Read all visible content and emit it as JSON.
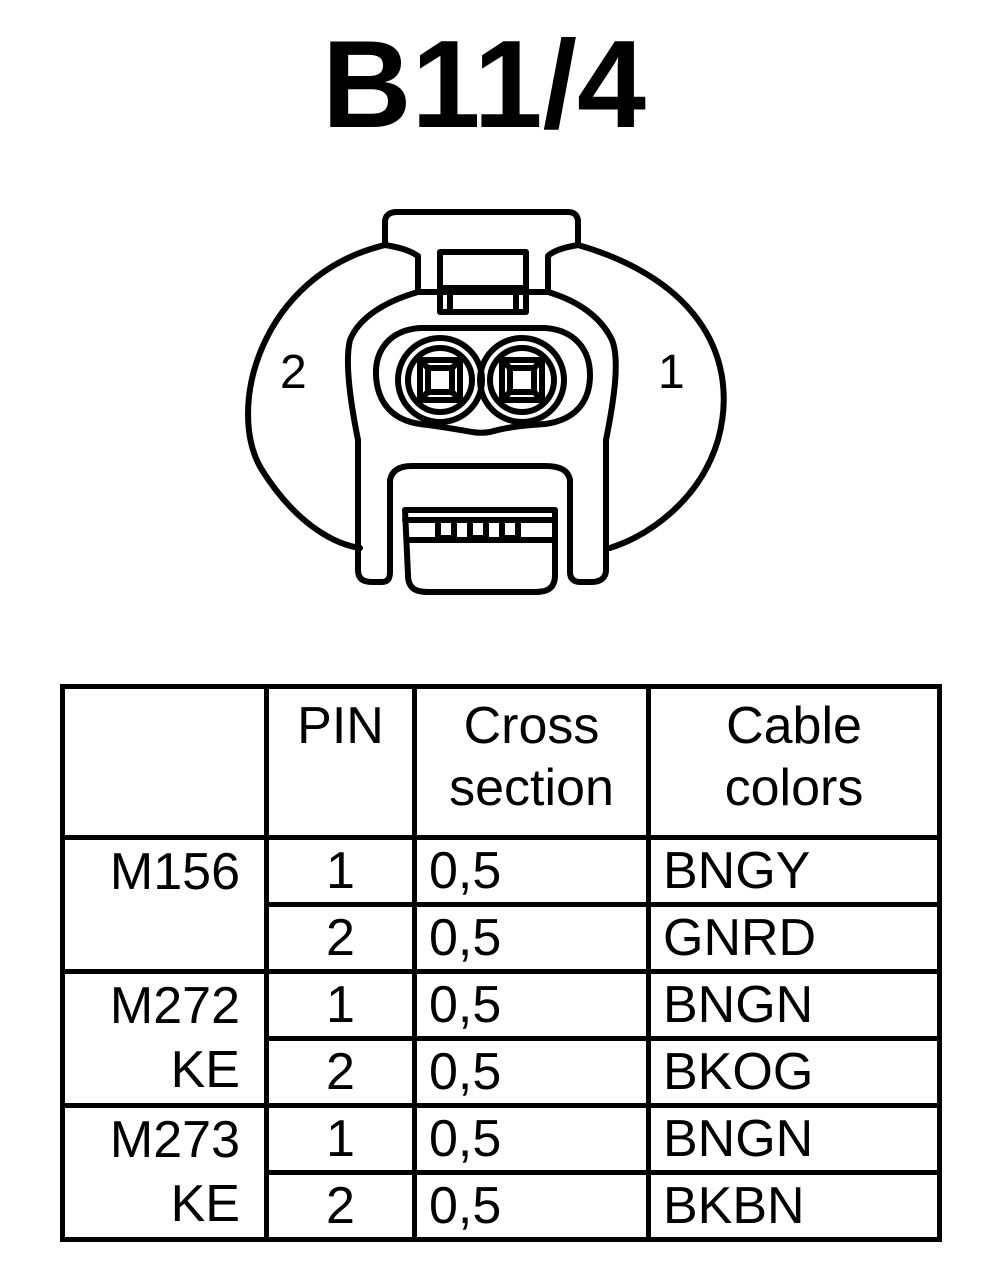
{
  "title": "B11/4",
  "connector": {
    "pin_left_label": "2",
    "pin_right_label": "1"
  },
  "table": {
    "headers": {
      "engine": "",
      "pin": "PIN",
      "cross_line1": "Cross",
      "cross_line2": "section",
      "color_line1": "Cable",
      "color_line2": "colors"
    },
    "groups": [
      {
        "engine_line1": "M156",
        "engine_line2": "",
        "rows": [
          {
            "pin": "1",
            "cross": "0,5",
            "color": "BNGY"
          },
          {
            "pin": "2",
            "cross": "0,5",
            "color": "GNRD"
          }
        ]
      },
      {
        "engine_line1": "M272",
        "engine_line2": "KE",
        "rows": [
          {
            "pin": "1",
            "cross": "0,5",
            "color": "BNGN"
          },
          {
            "pin": "2",
            "cross": "0,5",
            "color": "BKOG"
          }
        ]
      },
      {
        "engine_line1": "M273",
        "engine_line2": "KE",
        "rows": [
          {
            "pin": "1",
            "cross": "0,5",
            "color": "BNGN"
          },
          {
            "pin": "2",
            "cross": "0,5",
            "color": "BKBN"
          }
        ]
      }
    ]
  }
}
